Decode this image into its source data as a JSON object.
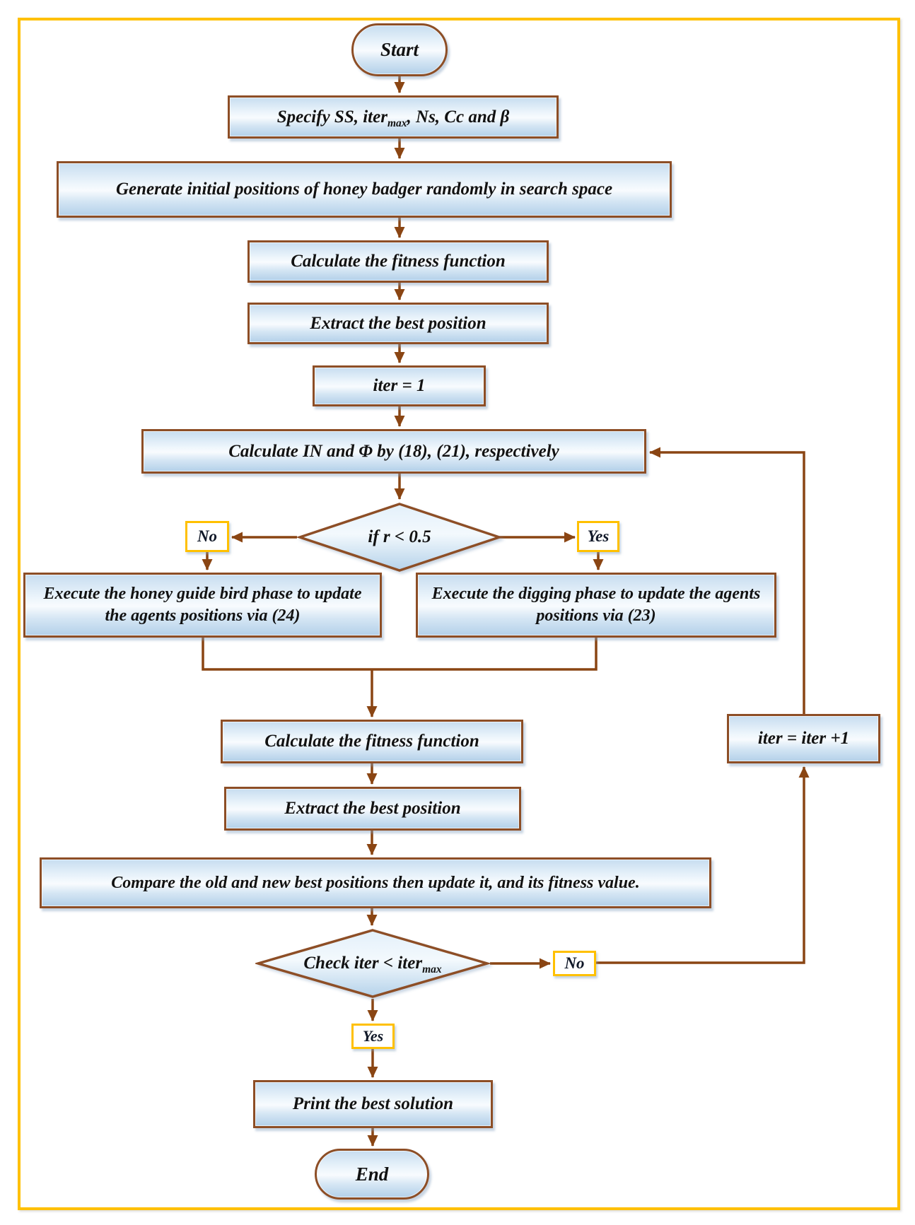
{
  "style": {
    "frame_border_color": "#FFC000",
    "node_border_color": "#8D4E26",
    "connector_color": "#8A4513",
    "node_fill_top": "#C7DDF0",
    "node_fill_bottom": "#B3D0E9",
    "label_box_border_color": "#FFC000",
    "text_color": "#121212"
  },
  "nodes": {
    "start": {
      "label": "Start"
    },
    "specify": {
      "pre": "Specify SS, iter",
      "sub": "max",
      "post": ", Ns, Cc and β"
    },
    "generate": {
      "label": "Generate initial positions of honey badger randomly in search space"
    },
    "calc_fitness_1": {
      "label": "Calculate the fitness function"
    },
    "extract_best_1": {
      "label": "Extract the best position"
    },
    "iter_init": {
      "label": "iter = 1"
    },
    "calc_in_phi": {
      "label": "Calculate IN and Φ by (18), (21), respectively"
    },
    "decision_r": {
      "label": "if r < 0.5"
    },
    "no_branch": {
      "label": "No"
    },
    "yes_branch": {
      "label": "Yes"
    },
    "exec_honey_guide": {
      "label": "Execute the honey guide bird phase to update the agents positions via (24)"
    },
    "exec_digging": {
      "label": "Execute the digging phase to update the agents positions via (23)"
    },
    "calc_fitness_2": {
      "label": "Calculate the fitness function"
    },
    "extract_best_2": {
      "label": "Extract the best position"
    },
    "compare_update": {
      "label": "Compare the old and new best positions then update it, and its fitness value."
    },
    "check_iter": {
      "pre": "Check iter < iter",
      "sub": "max",
      "post": ""
    },
    "check_no": {
      "label": "No"
    },
    "check_yes": {
      "label": "Yes"
    },
    "iter_increment": {
      "label": "iter = iter +1"
    },
    "print_best": {
      "label": "Print the best solution"
    },
    "end": {
      "label": "End"
    }
  }
}
